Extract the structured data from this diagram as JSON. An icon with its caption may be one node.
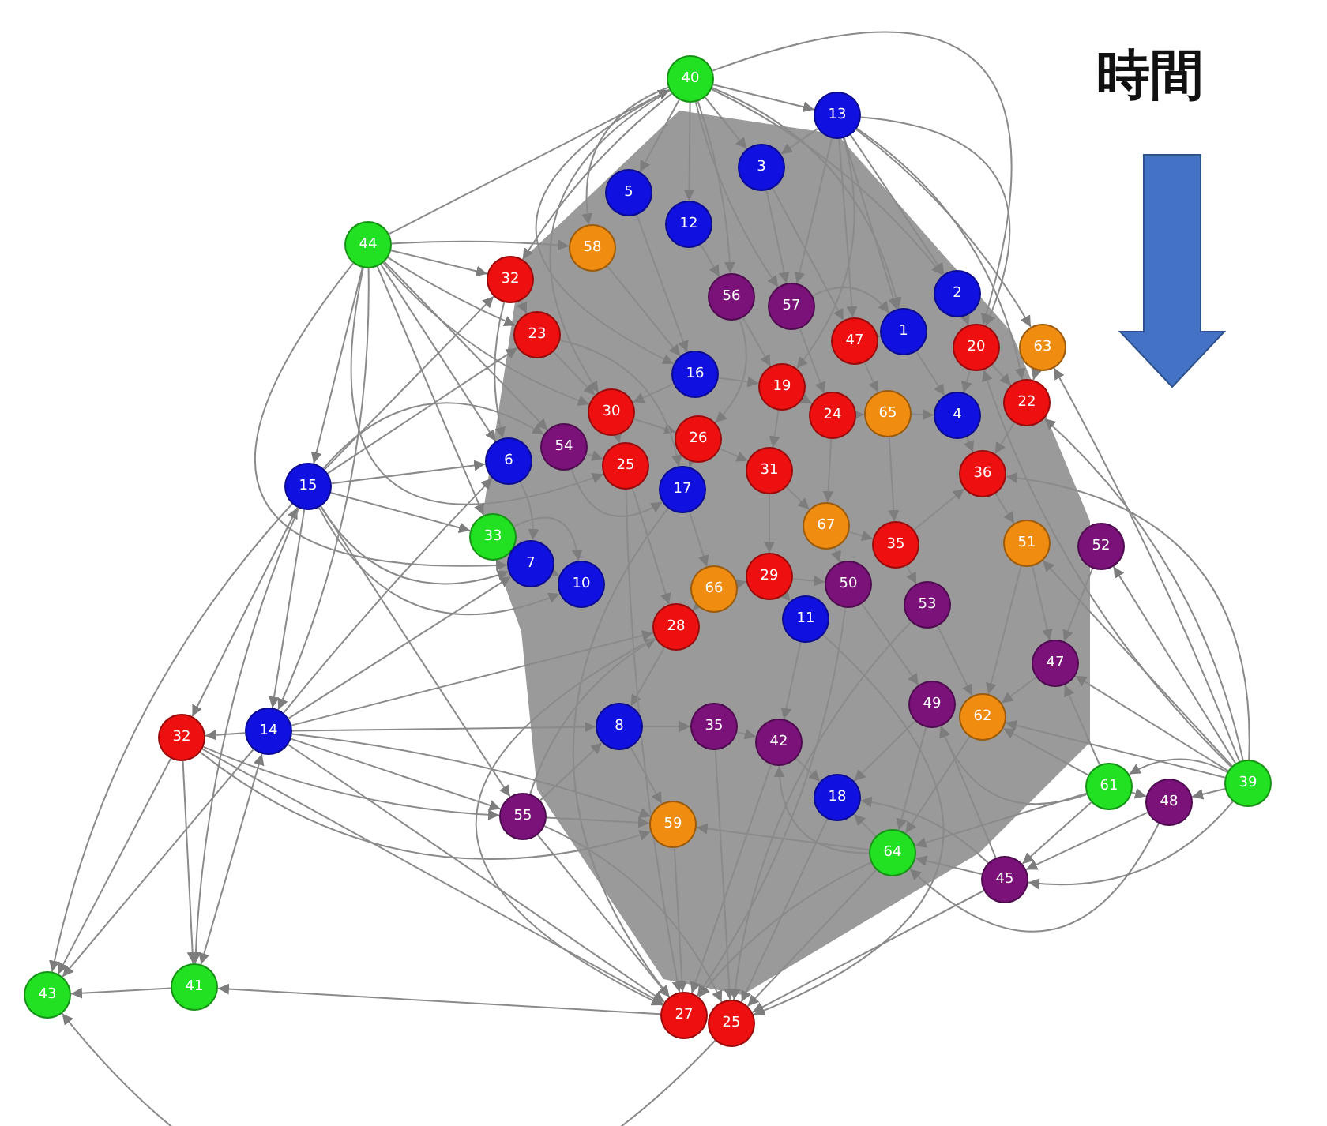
{
  "diagram": {
    "nodes": [
      {
        "text": [
          "40"
        ]
      },
      {
        "text": [
          "13"
        ]
      },
      {
        "text": [
          "3"
        ]
      },
      {
        "text": [
          "5"
        ]
      },
      {
        "text": [
          "12"
        ]
      },
      {
        "text": [
          "44"
        ]
      },
      {
        "text": [
          "58"
        ]
      },
      {
        "text": [
          "32"
        ]
      },
      {
        "text": [
          "2"
        ]
      },
      {
        "text": [
          "56"
        ]
      },
      {
        "text": [
          "57"
        ]
      },
      {
        "text": [
          "1"
        ]
      },
      {
        "text": [
          "23"
        ]
      },
      {
        "text": [
          "47"
        ]
      },
      {
        "text": [
          "20"
        ]
      },
      {
        "text": [
          "63"
        ]
      },
      {
        "text": [
          "16"
        ]
      },
      {
        "text": [
          "19"
        ]
      },
      {
        "text": [
          "22"
        ]
      },
      {
        "text": [
          "30"
        ]
      },
      {
        "text": [
          "24"
        ]
      },
      {
        "text": [
          "65"
        ]
      },
      {
        "text": [
          "4"
        ]
      },
      {
        "text": [
          "26"
        ]
      },
      {
        "text": [
          "54"
        ]
      },
      {
        "text": [
          "6"
        ]
      },
      {
        "text": [
          "25"
        ]
      },
      {
        "text": [
          "31"
        ]
      },
      {
        "text": [
          "36"
        ]
      },
      {
        "text": [
          "15"
        ]
      },
      {
        "text": [
          "17"
        ]
      },
      {
        "text": [
          "67"
        ]
      },
      {
        "text": [
          "33"
        ]
      },
      {
        "text": [
          "51"
        ]
      },
      {
        "text": [
          "35"
        ]
      },
      {
        "text": [
          "52"
        ]
      },
      {
        "text": [
          "7"
        ]
      },
      {
        "text": [
          "29"
        ]
      },
      {
        "text": [
          "10"
        ]
      },
      {
        "text": [
          "50"
        ]
      },
      {
        "text": [
          "66"
        ]
      },
      {
        "text": [
          "53"
        ]
      },
      {
        "text": [
          "11"
        ]
      },
      {
        "text": [
          "28"
        ]
      },
      {
        "text": [
          "47"
        ]
      },
      {
        "text": [
          "49"
        ]
      },
      {
        "text": [
          "62"
        ]
      },
      {
        "text": [
          "8"
        ]
      },
      {
        "text": [
          "35"
        ]
      },
      {
        "text": [
          "42"
        ]
      },
      {
        "text": [
          "14"
        ]
      },
      {
        "text": [
          "32"
        ]
      },
      {
        "text": [
          "61"
        ]
      },
      {
        "text": [
          "39"
        ]
      },
      {
        "text": [
          "18"
        ]
      },
      {
        "text": [
          "48"
        ]
      },
      {
        "text": [
          "55"
        ]
      },
      {
        "text": [
          "59"
        ]
      },
      {
        "text": [
          "64"
        ]
      },
      {
        "text": [
          "45"
        ]
      },
      {
        "text": [
          "41"
        ]
      },
      {
        "text": [
          "43"
        ]
      },
      {
        "text": [
          "27"
        ]
      },
      {
        "text": [
          "25"
        ]
      }
    ],
    "edges": [
      {
        "from": 0,
        "to": 1,
        "arrow": "to"
      },
      {
        "from": 0,
        "to": 2,
        "arrow": "to"
      },
      {
        "from": 0,
        "to": 3,
        "arrow": "to"
      },
      {
        "from": 0,
        "to": 4,
        "arrow": "to"
      },
      {
        "from": 0,
        "to": 6,
        "arrow": "to"
      },
      {
        "from": 0,
        "to": 7,
        "arrow": "to"
      },
      {
        "from": 0,
        "to": 9,
        "arrow": "to"
      },
      {
        "from": 0,
        "to": 10,
        "arrow": "to"
      },
      {
        "from": 0,
        "to": 11,
        "arrow": "to"
      },
      {
        "from": 0,
        "to": 8,
        "arrow": "to"
      },
      {
        "from": 0,
        "to": 14,
        "arrow": "to"
      },
      {
        "from": 0,
        "to": 16,
        "arrow": "to"
      },
      {
        "from": 0,
        "to": 19,
        "arrow": "to"
      },
      {
        "from": 5,
        "to": 0,
        "arrow": "to"
      },
      {
        "from": 5,
        "to": 7,
        "arrow": "to"
      },
      {
        "from": 5,
        "to": 12,
        "arrow": "to"
      },
      {
        "from": 5,
        "to": 6,
        "arrow": "to"
      },
      {
        "from": 5,
        "to": 29,
        "arrow": "to"
      },
      {
        "from": 5,
        "to": 25,
        "arrow": "to"
      },
      {
        "from": 5,
        "to": 24,
        "arrow": "to"
      },
      {
        "from": 5,
        "to": 19,
        "arrow": "to"
      },
      {
        "from": 5,
        "to": 26,
        "arrow": "to"
      },
      {
        "from": 5,
        "to": 32,
        "arrow": "to"
      },
      {
        "from": 5,
        "to": 36,
        "arrow": "to"
      },
      {
        "from": 5,
        "to": 50,
        "arrow": "to"
      },
      {
        "from": 1,
        "to": 2,
        "arrow": "to"
      },
      {
        "from": 1,
        "to": 8,
        "arrow": "to"
      },
      {
        "from": 1,
        "to": 11,
        "arrow": "to"
      },
      {
        "from": 1,
        "to": 13,
        "arrow": "to"
      },
      {
        "from": 1,
        "to": 14,
        "arrow": "to"
      },
      {
        "from": 1,
        "to": 15,
        "arrow": "to"
      },
      {
        "from": 1,
        "to": 17,
        "arrow": "to"
      },
      {
        "from": 1,
        "to": 18,
        "arrow": "to"
      },
      {
        "from": 1,
        "to": 10,
        "arrow": "to"
      },
      {
        "from": 29,
        "to": 50,
        "arrow": "to"
      },
      {
        "from": 29,
        "to": 51,
        "arrow": "both"
      },
      {
        "from": 29,
        "to": 25,
        "arrow": "to"
      },
      {
        "from": 29,
        "to": 24,
        "arrow": "to"
      },
      {
        "from": 29,
        "to": 32,
        "arrow": "to"
      },
      {
        "from": 29,
        "to": 36,
        "arrow": "to"
      },
      {
        "from": 29,
        "to": 38,
        "arrow": "to"
      },
      {
        "from": 29,
        "to": 56,
        "arrow": "to"
      },
      {
        "from": 29,
        "to": 60,
        "arrow": "to"
      },
      {
        "from": 29,
        "to": 61,
        "arrow": "to"
      },
      {
        "from": 29,
        "to": 12,
        "arrow": "to"
      },
      {
        "from": 29,
        "to": 7,
        "arrow": "to"
      },
      {
        "from": 50,
        "to": 51,
        "arrow": "to"
      },
      {
        "from": 50,
        "to": 60,
        "arrow": "both"
      },
      {
        "from": 50,
        "to": 61,
        "arrow": "to"
      },
      {
        "from": 50,
        "to": 47,
        "arrow": "to"
      },
      {
        "from": 50,
        "to": 56,
        "arrow": "to"
      },
      {
        "from": 50,
        "to": 25,
        "arrow": "to"
      },
      {
        "from": 50,
        "to": 43,
        "arrow": "to"
      },
      {
        "from": 50,
        "to": 57,
        "arrow": "to"
      },
      {
        "from": 50,
        "to": 62,
        "arrow": "to"
      },
      {
        "from": 50,
        "to": 36,
        "arrow": "to"
      },
      {
        "from": 51,
        "to": 60,
        "arrow": "to"
      },
      {
        "from": 51,
        "to": 61,
        "arrow": "to"
      },
      {
        "from": 51,
        "to": 56,
        "arrow": "to"
      },
      {
        "from": 51,
        "to": 62,
        "arrow": "to"
      },
      {
        "from": 51,
        "to": 57,
        "arrow": "to"
      },
      {
        "from": 60,
        "to": 61,
        "arrow": "to"
      },
      {
        "from": 62,
        "to": 60,
        "arrow": "to"
      },
      {
        "from": 63,
        "to": 61,
        "arrow": "to"
      },
      {
        "from": 56,
        "to": 62,
        "arrow": "to"
      },
      {
        "from": 56,
        "to": 63,
        "arrow": "to"
      },
      {
        "from": 56,
        "to": 57,
        "arrow": "to"
      },
      {
        "from": 56,
        "to": 47,
        "arrow": "to"
      },
      {
        "from": 56,
        "to": 43,
        "arrow": "to"
      },
      {
        "from": 53,
        "to": 35,
        "arrow": "to"
      },
      {
        "from": 53,
        "to": 44,
        "arrow": "to"
      },
      {
        "from": 53,
        "to": 28,
        "arrow": "to"
      },
      {
        "from": 53,
        "to": 18,
        "arrow": "to"
      },
      {
        "from": 53,
        "to": 15,
        "arrow": "to"
      },
      {
        "from": 53,
        "to": 52,
        "arrow": "to"
      },
      {
        "from": 53,
        "to": 55,
        "arrow": "to"
      },
      {
        "from": 53,
        "to": 59,
        "arrow": "to"
      },
      {
        "from": 53,
        "to": 46,
        "arrow": "to"
      },
      {
        "from": 53,
        "to": 14,
        "arrow": "to"
      },
      {
        "from": 53,
        "to": 33,
        "arrow": "to"
      },
      {
        "from": 52,
        "to": 55,
        "arrow": "to"
      },
      {
        "from": 52,
        "to": 58,
        "arrow": "to"
      },
      {
        "from": 52,
        "to": 59,
        "arrow": "to"
      },
      {
        "from": 52,
        "to": 45,
        "arrow": "to"
      },
      {
        "from": 52,
        "to": 44,
        "arrow": "to"
      },
      {
        "from": 52,
        "to": 46,
        "arrow": "to"
      },
      {
        "from": 55,
        "to": 59,
        "arrow": "to"
      },
      {
        "from": 55,
        "to": 58,
        "arrow": "to"
      },
      {
        "from": 59,
        "to": 58,
        "arrow": "to"
      },
      {
        "from": 59,
        "to": 63,
        "arrow": "to"
      },
      {
        "from": 59,
        "to": 54,
        "arrow": "to"
      },
      {
        "from": 59,
        "to": 45,
        "arrow": "to"
      },
      {
        "from": 58,
        "to": 63,
        "arrow": "to"
      },
      {
        "from": 58,
        "to": 62,
        "arrow": "to"
      },
      {
        "from": 58,
        "to": 54,
        "arrow": "to"
      },
      {
        "from": 58,
        "to": 57,
        "arrow": "to"
      },
      {
        "from": 58,
        "to": 49,
        "arrow": "to"
      },
      {
        "from": 3,
        "to": 16,
        "arrow": "to"
      },
      {
        "from": 4,
        "to": 9,
        "arrow": "to"
      },
      {
        "from": 2,
        "to": 10,
        "arrow": "to"
      },
      {
        "from": 2,
        "to": 13,
        "arrow": "to"
      },
      {
        "from": 9,
        "to": 23,
        "arrow": "to"
      },
      {
        "from": 10,
        "to": 20,
        "arrow": "to"
      },
      {
        "from": 13,
        "to": 21,
        "arrow": "to"
      },
      {
        "from": 11,
        "to": 22,
        "arrow": "to"
      },
      {
        "from": 8,
        "to": 14,
        "arrow": "to"
      },
      {
        "from": 14,
        "to": 18,
        "arrow": "to"
      },
      {
        "from": 15,
        "to": 18,
        "arrow": "to"
      },
      {
        "from": 16,
        "to": 19,
        "arrow": "to"
      },
      {
        "from": 17,
        "to": 27,
        "arrow": "to"
      },
      {
        "from": 19,
        "to": 26,
        "arrow": "to"
      },
      {
        "from": 20,
        "to": 31,
        "arrow": "to"
      },
      {
        "from": 21,
        "to": 34,
        "arrow": "to"
      },
      {
        "from": 22,
        "to": 28,
        "arrow": "to"
      },
      {
        "from": 23,
        "to": 30,
        "arrow": "to"
      },
      {
        "from": 24,
        "to": 26,
        "arrow": "to"
      },
      {
        "from": 25,
        "to": 36,
        "arrow": "to"
      },
      {
        "from": 26,
        "to": 43,
        "arrow": "to"
      },
      {
        "from": 27,
        "to": 37,
        "arrow": "to"
      },
      {
        "from": 28,
        "to": 33,
        "arrow": "to"
      },
      {
        "from": 30,
        "to": 40,
        "arrow": "to"
      },
      {
        "from": 31,
        "to": 39,
        "arrow": "to"
      },
      {
        "from": 32,
        "to": 38,
        "arrow": "to"
      },
      {
        "from": 33,
        "to": 44,
        "arrow": "to"
      },
      {
        "from": 34,
        "to": 41,
        "arrow": "to"
      },
      {
        "from": 35,
        "to": 44,
        "arrow": "to"
      },
      {
        "from": 36,
        "to": 38,
        "arrow": "to"
      },
      {
        "from": 37,
        "to": 42,
        "arrow": "to"
      },
      {
        "from": 39,
        "to": 45,
        "arrow": "to"
      },
      {
        "from": 40,
        "to": 43,
        "arrow": "to"
      },
      {
        "from": 41,
        "to": 46,
        "arrow": "to"
      },
      {
        "from": 42,
        "to": 49,
        "arrow": "to"
      },
      {
        "from": 43,
        "to": 47,
        "arrow": "to"
      },
      {
        "from": 44,
        "to": 46,
        "arrow": "to"
      },
      {
        "from": 45,
        "to": 54,
        "arrow": "to"
      },
      {
        "from": 47,
        "to": 48,
        "arrow": "to"
      },
      {
        "from": 48,
        "to": 49,
        "arrow": "to"
      },
      {
        "from": 49,
        "to": 54,
        "arrow": "to"
      },
      {
        "from": 12,
        "to": 19,
        "arrow": "to"
      },
      {
        "from": 7,
        "to": 12,
        "arrow": "to"
      },
      {
        "from": 6,
        "to": 16,
        "arrow": "to"
      },
      {
        "from": 16,
        "to": 17,
        "arrow": "to"
      },
      {
        "from": 17,
        "to": 20,
        "arrow": "to"
      },
      {
        "from": 20,
        "to": 21,
        "arrow": "to"
      },
      {
        "from": 21,
        "to": 22,
        "arrow": "to"
      },
      {
        "from": 19,
        "to": 23,
        "arrow": "to"
      },
      {
        "from": 23,
        "to": 27,
        "arrow": "to"
      },
      {
        "from": 27,
        "to": 31,
        "arrow": "to"
      },
      {
        "from": 31,
        "to": 34,
        "arrow": "to"
      },
      {
        "from": 34,
        "to": 28,
        "arrow": "to"
      },
      {
        "from": 37,
        "to": 39,
        "arrow": "to"
      },
      {
        "from": 40,
        "to": 37,
        "arrow": "to"
      },
      {
        "from": 46,
        "to": 58,
        "arrow": "to"
      },
      {
        "from": 47,
        "to": 57,
        "arrow": "to"
      },
      {
        "from": 48,
        "to": 63,
        "arrow": "to"
      },
      {
        "from": 49,
        "to": 62,
        "arrow": "to"
      },
      {
        "from": 57,
        "to": 62,
        "arrow": "to"
      },
      {
        "from": 54,
        "to": 63,
        "arrow": "to"
      },
      {
        "from": 43,
        "to": 62,
        "arrow": "to"
      },
      {
        "from": 42,
        "to": 63,
        "arrow": "to"
      },
      {
        "from": 39,
        "to": 62,
        "arrow": "to"
      },
      {
        "from": 41,
        "to": 63,
        "arrow": "to"
      },
      {
        "from": 45,
        "to": 58,
        "arrow": "to"
      },
      {
        "from": 30,
        "to": 62,
        "arrow": "to"
      },
      {
        "from": 26,
        "to": 62,
        "arrow": "to"
      },
      {
        "from": 12,
        "to": 30,
        "arrow": "to"
      },
      {
        "from": 7,
        "to": 25,
        "arrow": "to"
      },
      {
        "from": 9,
        "to": 17,
        "arrow": "to"
      },
      {
        "from": 10,
        "to": 11,
        "arrow": "to"
      },
      {
        "from": 13,
        "to": 11,
        "arrow": "to"
      },
      {
        "from": 14,
        "to": 22,
        "arrow": "to"
      },
      {
        "from": 24,
        "to": 30,
        "arrow": "to"
      },
      {
        "from": 18,
        "to": 28,
        "arrow": "to"
      },
      {
        "from": 33,
        "to": 46,
        "arrow": "to"
      }
    ],
    "labels": [
      "時間"
    ]
  }
}
